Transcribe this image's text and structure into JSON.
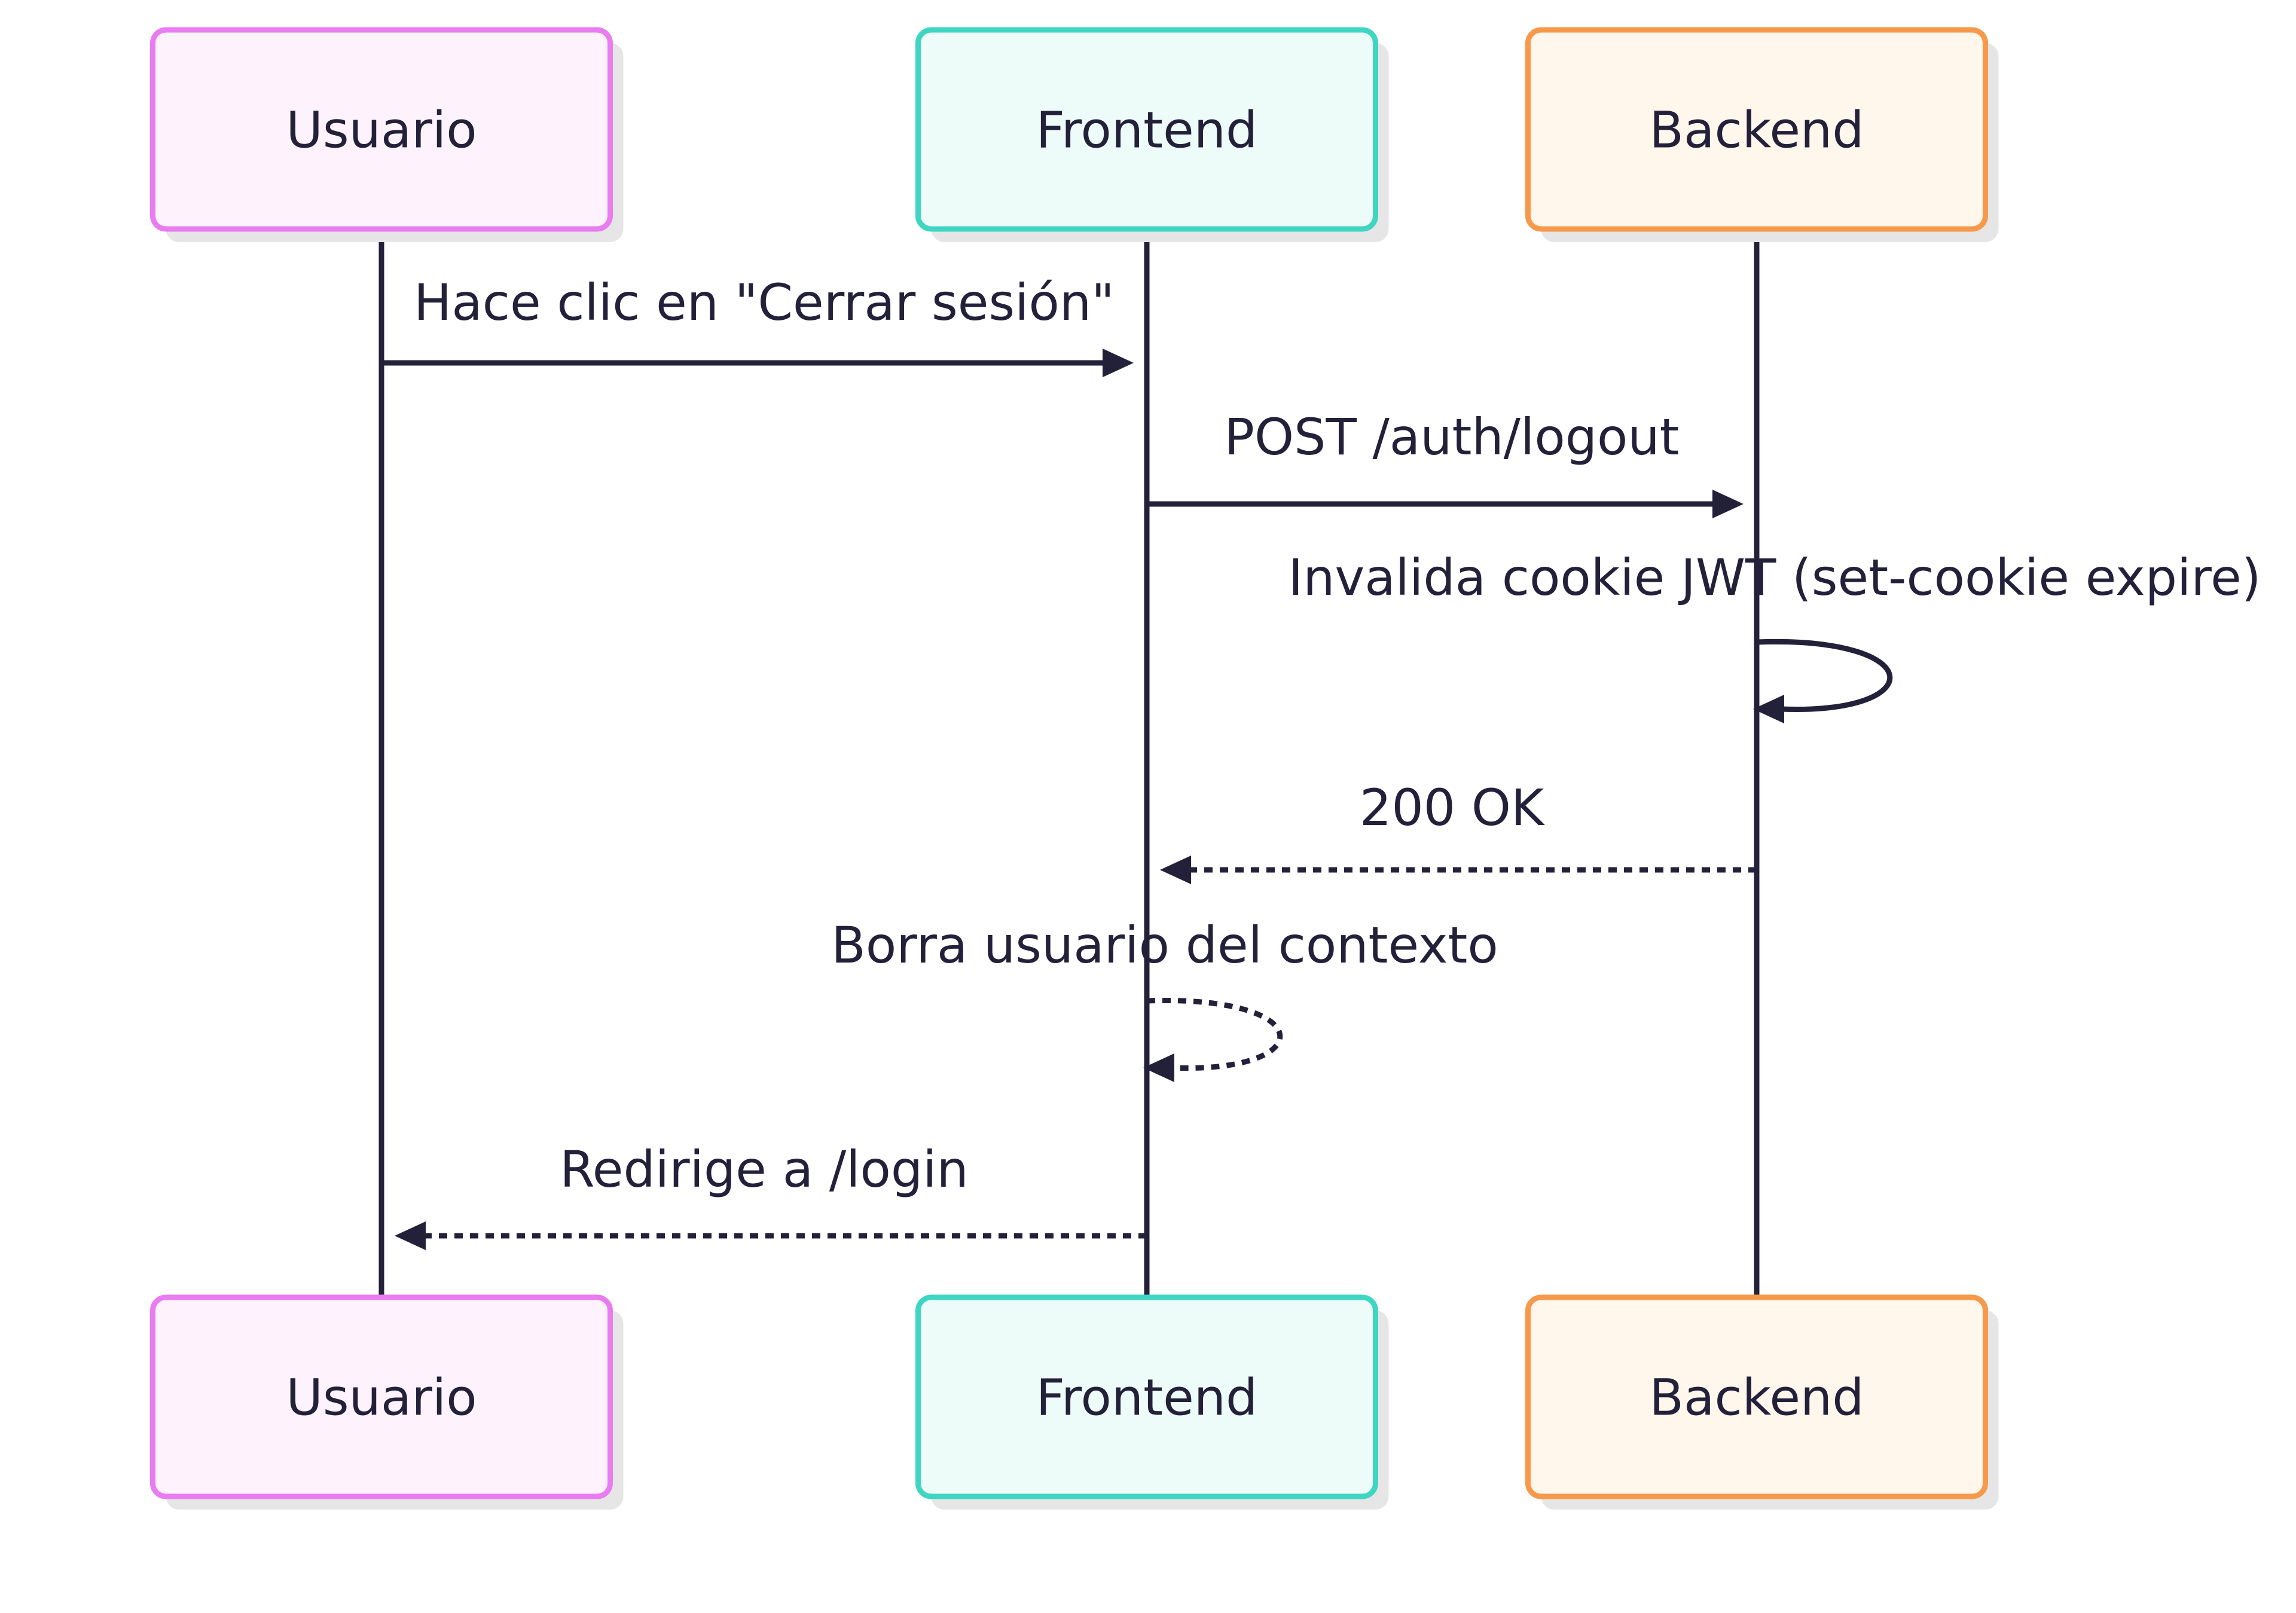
{
  "diagram": {
    "type": "sequence",
    "colors": {
      "line": "#23213a",
      "text": "#23213a",
      "shadow": "#e6e6e6"
    },
    "actors": [
      {
        "id": "usuario",
        "label": "Usuario",
        "stroke": "#e97cf0",
        "fill": "#fef3fd"
      },
      {
        "id": "frontend",
        "label": "Frontend",
        "stroke": "#3ed6c3",
        "fill": "#eefcf9"
      },
      {
        "id": "backend",
        "label": "Backend",
        "stroke": "#f7994a",
        "fill": "#fff6ec"
      }
    ],
    "messages": [
      {
        "id": "msg-1",
        "from": "usuario",
        "to": "frontend",
        "label": "Hace clic en \"Cerrar sesión\"",
        "style": "solid"
      },
      {
        "id": "msg-2",
        "from": "frontend",
        "to": "backend",
        "label": "POST /auth/logout",
        "style": "solid"
      },
      {
        "id": "msg-3",
        "from": "backend",
        "to": "backend",
        "label": "Invalida cookie JWT (set-cookie expire)",
        "style": "solid"
      },
      {
        "id": "msg-4",
        "from": "backend",
        "to": "frontend",
        "label": "200 OK",
        "style": "dotted"
      },
      {
        "id": "msg-5",
        "from": "frontend",
        "to": "frontend",
        "label": "Borra usuario del contexto",
        "style": "dotted"
      },
      {
        "id": "msg-6",
        "from": "frontend",
        "to": "usuario",
        "label": "Redirige a /login",
        "style": "dotted"
      }
    ]
  }
}
